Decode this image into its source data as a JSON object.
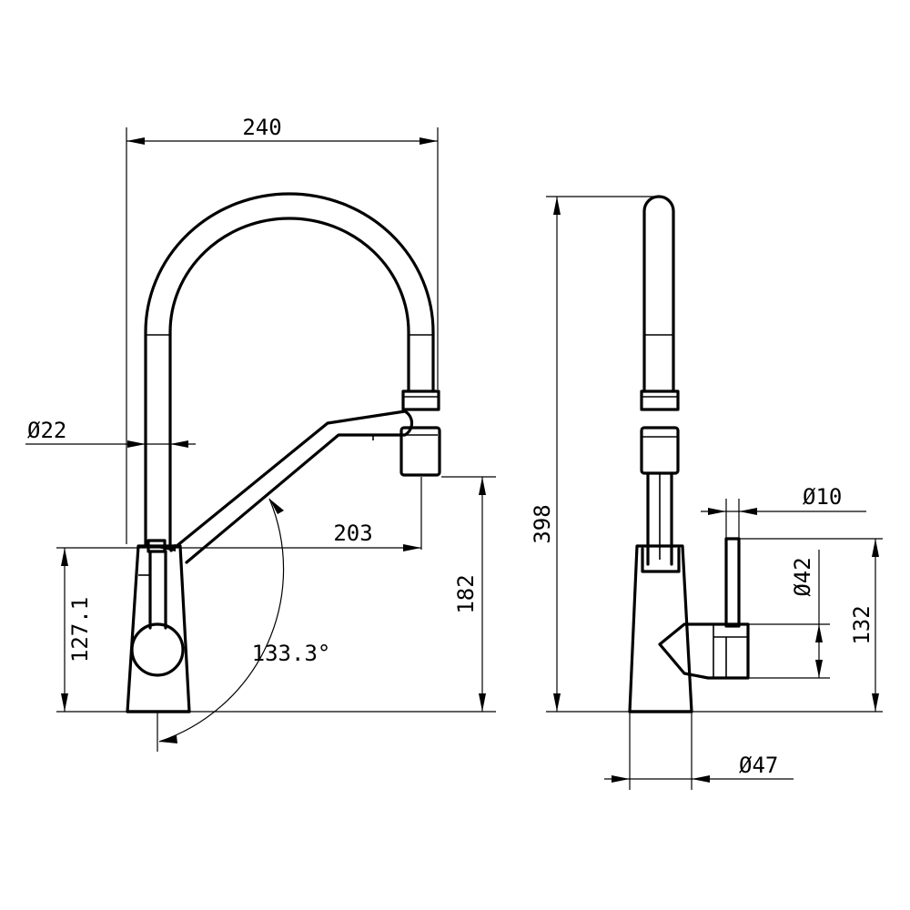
{
  "drawing": {
    "front_view": {
      "width_overall": "240",
      "diameter_spout": "Ø22",
      "spout_reach": "203",
      "handle_height": "127.1",
      "outlet_height": "182",
      "lever_angle": "133.3°"
    },
    "side_view": {
      "height_overall": "398",
      "diameter_lever": "Ø10",
      "diameter_body_top": "Ø42",
      "lever_height": "132",
      "diameter_base": "Ø47"
    }
  }
}
